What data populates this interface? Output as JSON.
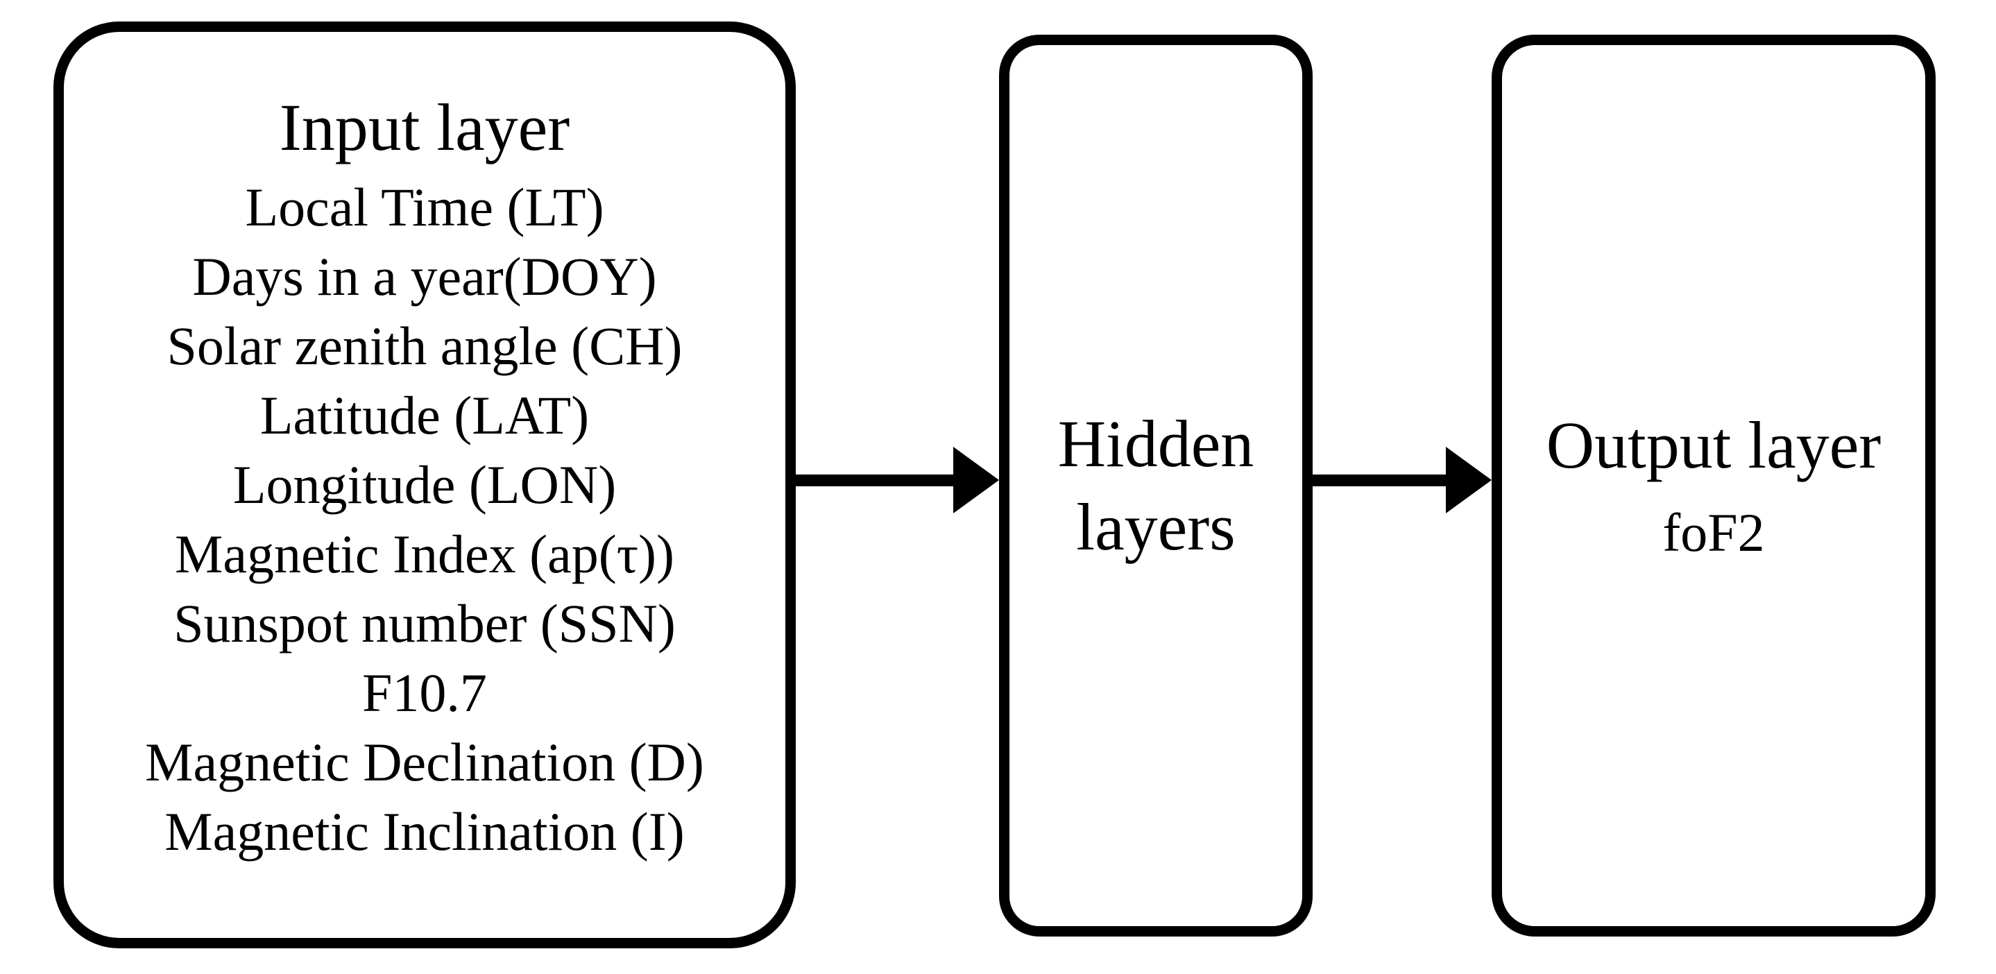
{
  "colors": {
    "border": "#000000",
    "background": "#ffffff",
    "text": "#000000"
  },
  "input_layer": {
    "title": "Input layer",
    "items": [
      "Local Time (LT)",
      "Days in a year(DOY)",
      "Solar zenith angle (CH)",
      "Latitude (LAT)",
      "Longitude (LON)",
      "Magnetic Index (ap(τ))",
      "Sunspot number (SSN)",
      "F10.7",
      "Magnetic Declination (D)",
      "Magnetic Inclination (I)"
    ]
  },
  "hidden_layer": {
    "label": "Hidden layers"
  },
  "output_layer": {
    "title": "Output layer",
    "output": "foF2"
  }
}
